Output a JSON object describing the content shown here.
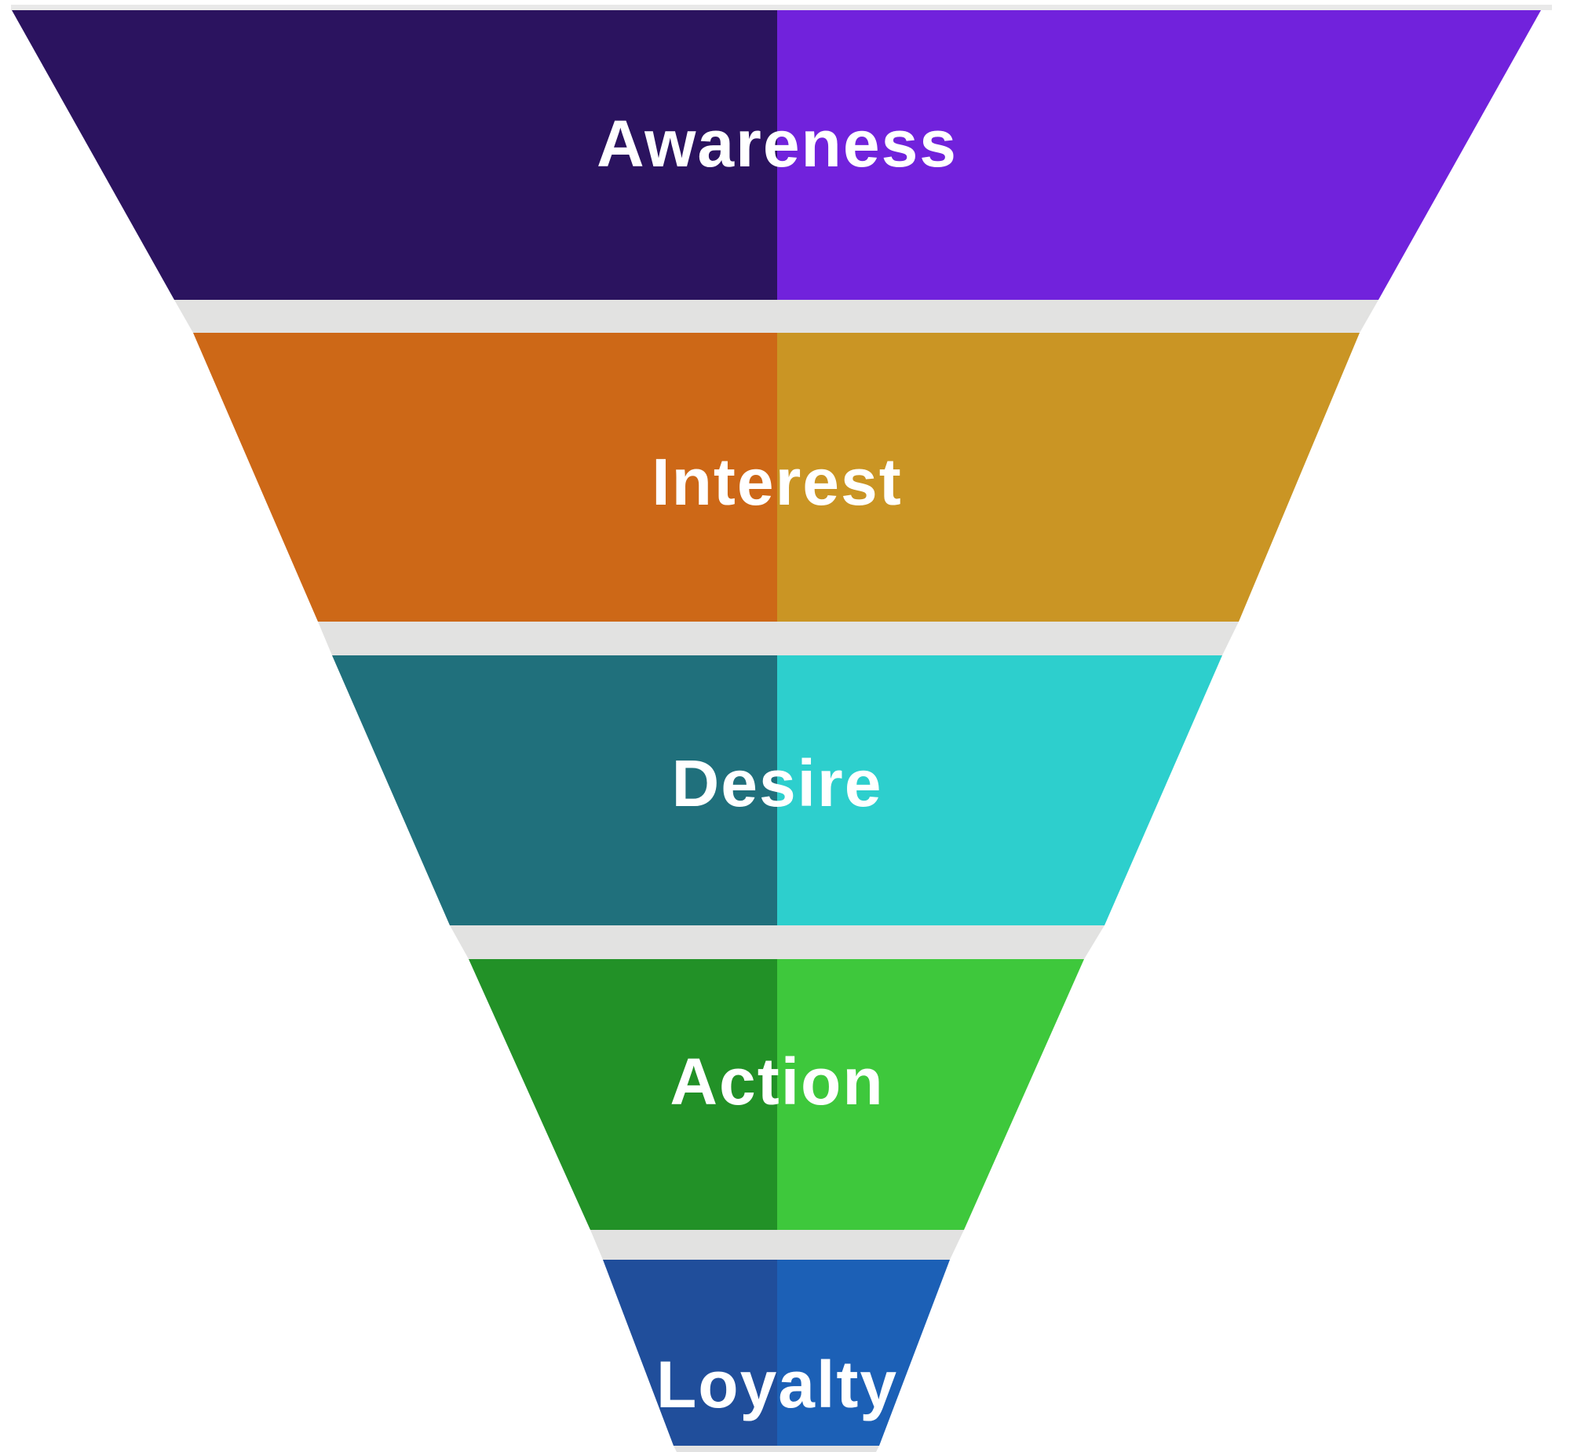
{
  "diagram": {
    "type": "marketing-funnel",
    "background_color": "#FFFFFF",
    "separator_color": "#E2E2E1",
    "top_rim_color": "#E9E9E9",
    "bottom_shadow_color": "#E2E2E2",
    "label_color": "#FFFFFF",
    "stages": [
      {
        "label": "Awareness",
        "left_color": "#2B135F",
        "right_color": "#7122DC"
      },
      {
        "label": "Interest",
        "left_color": "#CD6817",
        "right_color": "#CA9524"
      },
      {
        "label": "Desire",
        "left_color": "#20707C",
        "right_color": "#2DCFCD"
      },
      {
        "label": "Action",
        "left_color": "#229127",
        "right_color": "#3EC83C"
      },
      {
        "label": "Loyalty",
        "left_color": "#204E9B",
        "right_color": "#1C60B6"
      }
    ]
  }
}
